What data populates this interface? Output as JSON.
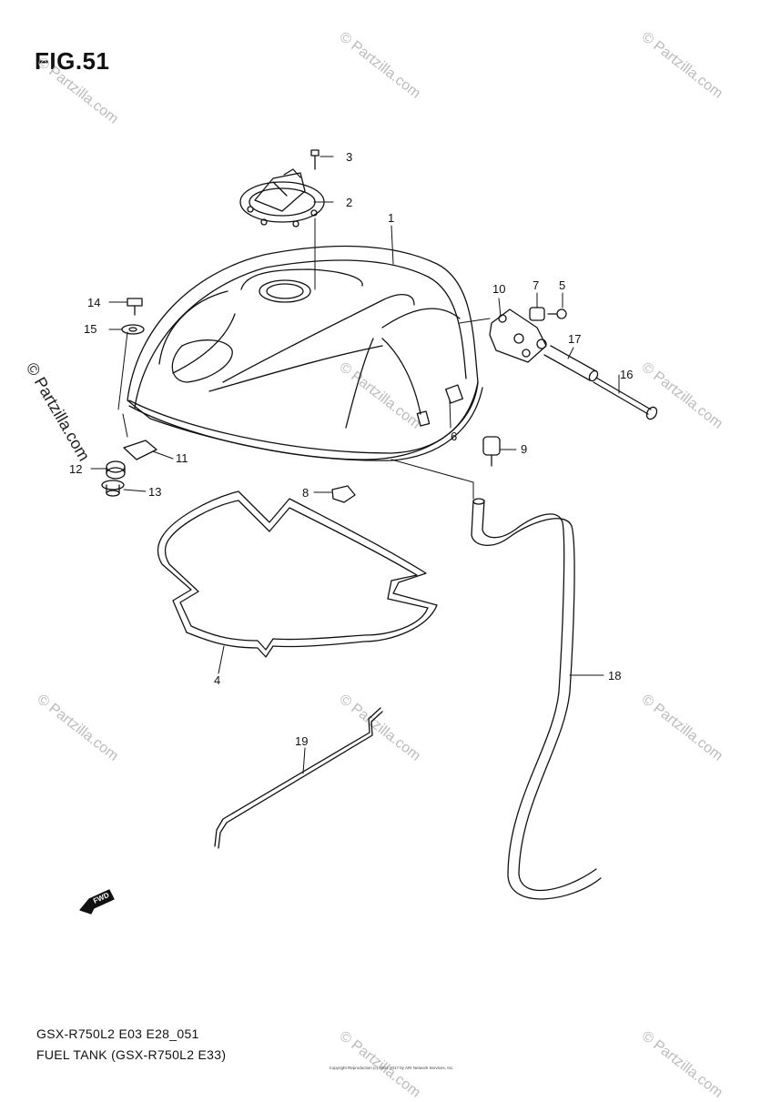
{
  "figure": {
    "title": "FIG.51",
    "footer_line1": "GSX-R750L2 E03 E28_051",
    "footer_line2": "FUEL TANK (GSX-R750L2 E33)",
    "copyright": "Copyright Reproduction (c) 2001-2017 by ARI Network Services, Inc."
  },
  "watermark": {
    "text": "© Partzilla.com",
    "side_text": "© Partzilla.com"
  },
  "forward_label": "FWD",
  "callouts": [
    "1",
    "2",
    "3",
    "4",
    "5",
    "6",
    "7",
    "8",
    "9",
    "10",
    "11",
    "12",
    "13",
    "14",
    "15",
    "16",
    "17",
    "18",
    "19"
  ],
  "icons": {
    "forward_arrow": "forward-arrow-icon"
  }
}
